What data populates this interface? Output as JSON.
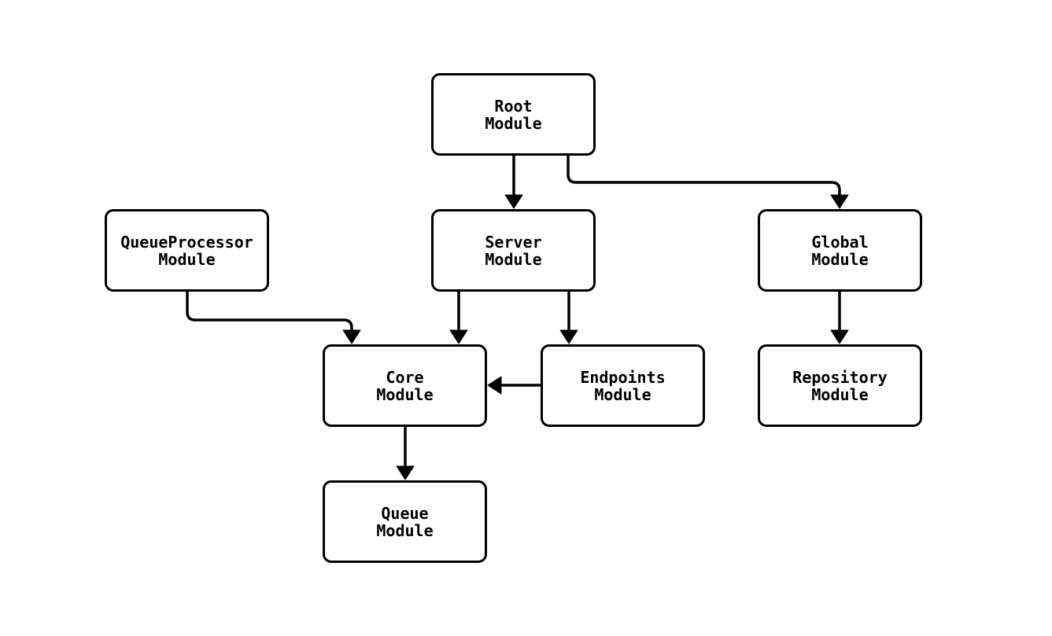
{
  "diagram": {
    "type": "module-dependency-graph",
    "background_color": "#ffffff",
    "node_fill_color": "#ffffff",
    "node_border_color": "#000000",
    "edge_color": "#000000",
    "text_color": "#000000",
    "nodes": {
      "root": {
        "line1": "Root",
        "line2": "Module"
      },
      "queueprocessor": {
        "line1": "QueueProcessor",
        "line2": "Module"
      },
      "server": {
        "line1": "Server",
        "line2": "Module"
      },
      "global": {
        "line1": "Global",
        "line2": "Module"
      },
      "core": {
        "line1": "Core",
        "line2": "Module"
      },
      "endpoints": {
        "line1": "Endpoints",
        "line2": "Module"
      },
      "repository": {
        "line1": "Repository",
        "line2": "Module"
      },
      "queue": {
        "line1": "Queue",
        "line2": "Module"
      }
    },
    "edges": [
      {
        "from": "Root Module",
        "to": "Server Module"
      },
      {
        "from": "Root Module",
        "to": "Global Module"
      },
      {
        "from": "QueueProcessor Module",
        "to": "Core Module"
      },
      {
        "from": "Server Module",
        "to": "Core Module"
      },
      {
        "from": "Server Module",
        "to": "Endpoints Module"
      },
      {
        "from": "Endpoints Module",
        "to": "Core Module"
      },
      {
        "from": "Core Module",
        "to": "Queue Module"
      },
      {
        "from": "Global Module",
        "to": "Repository Module"
      }
    ]
  }
}
